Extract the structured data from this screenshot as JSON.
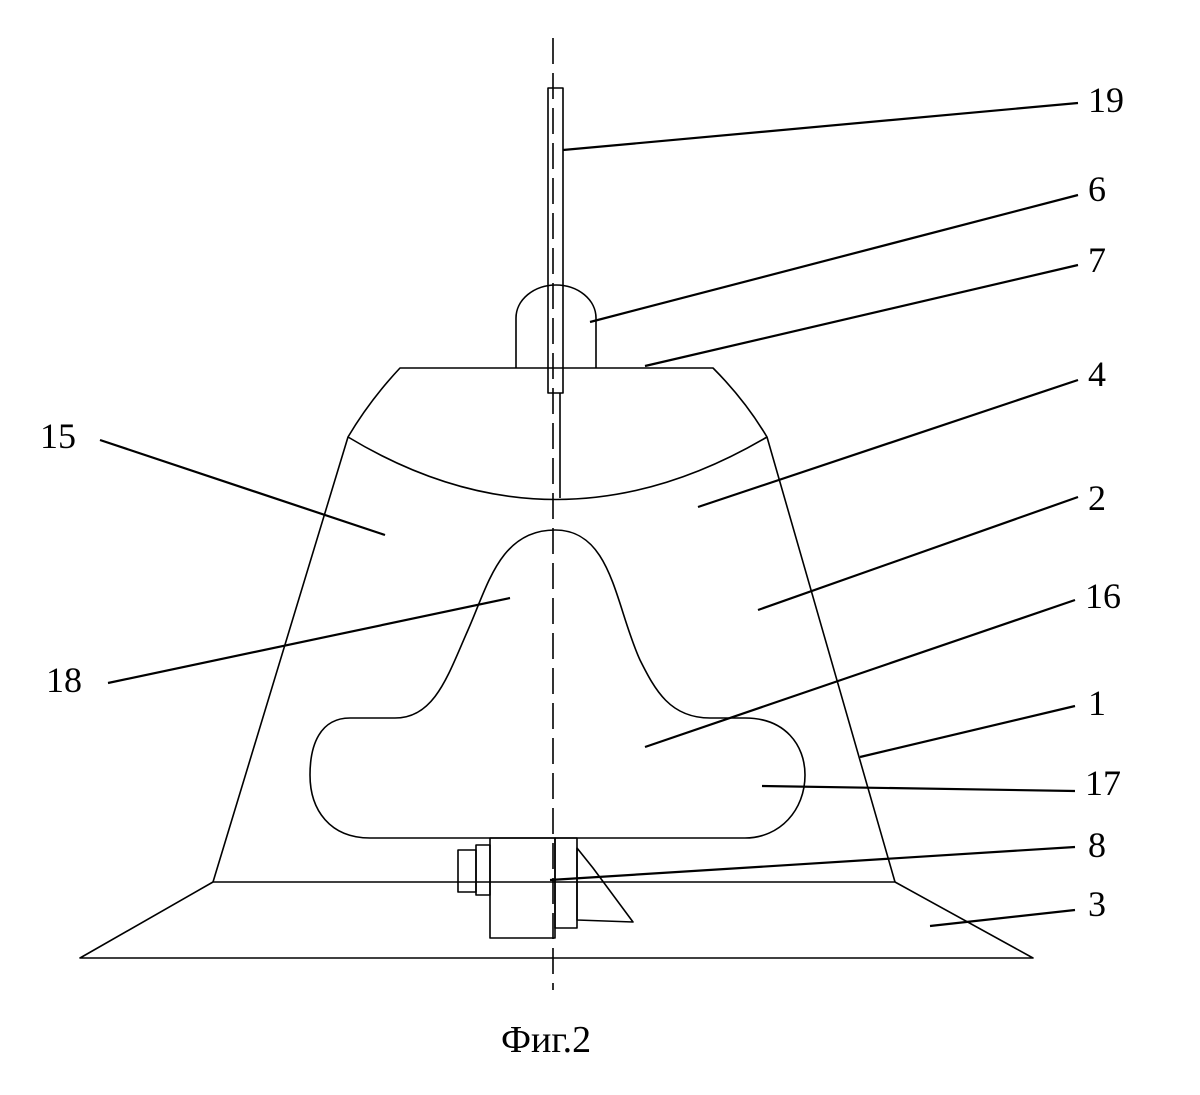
{
  "figure": {
    "caption": "Фиг.2"
  },
  "callouts": {
    "n19": "19",
    "n6": "6",
    "n7": "7",
    "n4": "4",
    "n15": "15",
    "n2": "2",
    "n16": "16",
    "n18": "18",
    "n1": "1",
    "n17": "17",
    "n8": "8",
    "n3": "3"
  },
  "colors": {
    "line": "#000000",
    "background": "#ffffff"
  }
}
